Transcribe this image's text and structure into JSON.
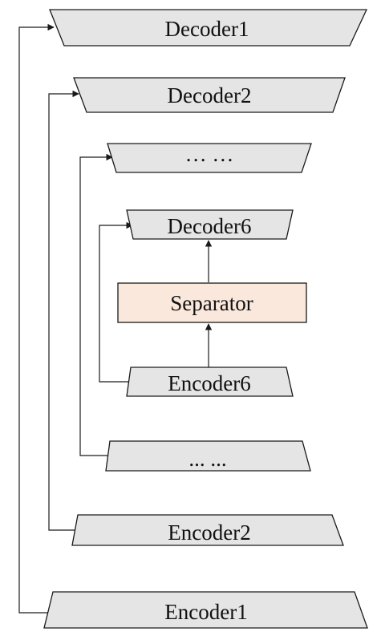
{
  "blocks": {
    "decoder1": {
      "label": "Decoder1"
    },
    "decoder2": {
      "label": "Decoder2"
    },
    "decoder_ellipsis": {
      "label": "… …"
    },
    "decoder6": {
      "label": "Decoder6"
    },
    "separator": {
      "label": "Separator"
    },
    "encoder6": {
      "label": "Encoder6"
    },
    "encoder_ellipsis": {
      "label": "... ..."
    },
    "encoder2": {
      "label": "Encoder2"
    },
    "encoder1": {
      "label": "Encoder1"
    }
  },
  "colors": {
    "block_fill": "#e5e5e5",
    "separator_fill": "#fbe8dc",
    "stroke": "#1a1a1a"
  }
}
